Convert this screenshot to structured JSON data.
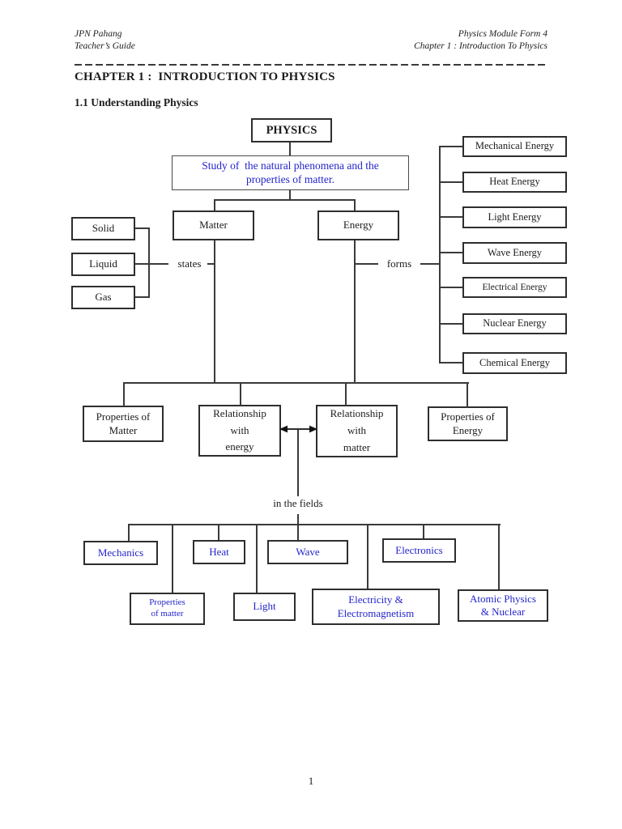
{
  "colors": {
    "accent_blue": "#2424cd",
    "line_dark": "#3a3a3a"
  },
  "page": {
    "header": {
      "left_line1": "JPN Pahang",
      "left_line2": "Teacher’s Guide",
      "right_line1": "Physics Module Form 4",
      "right_line2": "Chapter 1 : Introduction To Physics"
    },
    "chapter_heading": "CHAPTER 1 :  INTRODUCTION TO PHYSICS",
    "section_heading": "1.1 Understanding Physics",
    "page_number": "1"
  },
  "diagram": {
    "root": "PHYSICS",
    "definition": "Study of  the natural phenomena and the\nproperties of matter.",
    "matter": "Matter",
    "energy": "Energy",
    "states_label": "states",
    "forms_label": "forms",
    "states": [
      "Solid",
      "Liquid",
      "Gas"
    ],
    "energy_forms": [
      "Mechanical Energy",
      "Heat Energy",
      "Light Energy",
      "Wave Energy",
      "Electrical Energy",
      "Nuclear Energy",
      "Chemical Energy"
    ],
    "aspects": [
      "Properties of\nMatter",
      "Relationship\nwith\nenergy",
      "Relationship\nwith\nmatter",
      "Properties of\nEnergy"
    ],
    "fields_label": "in the fields",
    "fields": [
      "Mechanics",
      "Heat",
      "Wave",
      "Electronics",
      "Properties\nof matter",
      "Light",
      "Electricity &\nElectromagnetism",
      "Atomic Physics\n& Nuclear"
    ]
  }
}
